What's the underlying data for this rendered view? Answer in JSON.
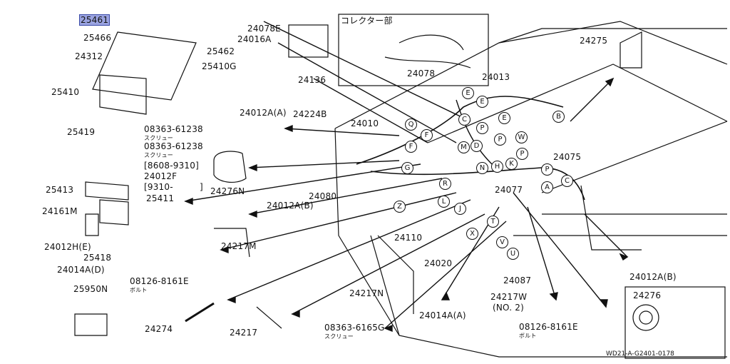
{
  "diagram": {
    "connector_heading": "コレクター部",
    "footer_code": "WD21-A-G2401-0178",
    "part_labels": {
      "p25461": "25461",
      "p25466": "25466",
      "p24312": "24312",
      "p25462": "25462",
      "p25410G": "25410G",
      "p25410": "25410",
      "p25419": "25419",
      "p08363_61238a": "08363-61238",
      "screw_a": "スクリュー",
      "p08363_61238b": "08363-61238",
      "screw_b": "スクリュー",
      "range_8608": "[8608-9310]",
      "p24012F": "24012F",
      "range_9310": "[9310-",
      "range_close": "]",
      "p25413": "25413",
      "p25411": "25411",
      "p24161M": "24161M",
      "p24012HE": "24012H(E)",
      "p25418": "25418",
      "p24014AD": "24014A(D)",
      "p25950N": "25950N",
      "p24078E": "24078E",
      "p24016A": "24016A",
      "p24078": "24078",
      "p24136": "24136",
      "p24224B": "24224B",
      "p24012AA": "24012A(A)",
      "p24010": "24010",
      "p24276N": "24276N",
      "p24080": "24080",
      "p24012AB": "24012A(B)",
      "p24217M": "24217M",
      "p08126_8161Ea": "08126-8161E",
      "bolt_a": "ボルト",
      "p24274": "24274",
      "p24217": "24217",
      "p24217N": "24217N",
      "p08363_6165G": "08363-6165G",
      "screw_c": "スクリュー",
      "p24014AA": "24014A(A)",
      "p24110": "24110",
      "p24020": "24020",
      "p24087": "24087",
      "p24217W": "24217W",
      "no2": "(NO. 2)",
      "p08126_8161Eb": "08126-8161E",
      "bolt_b": "ボルト",
      "p24013": "24013",
      "p24075": "24075",
      "p24077": "24077",
      "p24275": "24275",
      "p24012AB2": "24012A(B)",
      "p24276": "24276"
    },
    "connector_letters": [
      "E",
      "E",
      "C",
      "E",
      "F",
      "Q",
      "P",
      "P",
      "W",
      "B",
      "F",
      "M",
      "D",
      "G",
      "R",
      "K",
      "H",
      "N",
      "P",
      "C",
      "A",
      "Z",
      "L",
      "J",
      "T",
      "X",
      "V",
      "U",
      "P"
    ]
  }
}
